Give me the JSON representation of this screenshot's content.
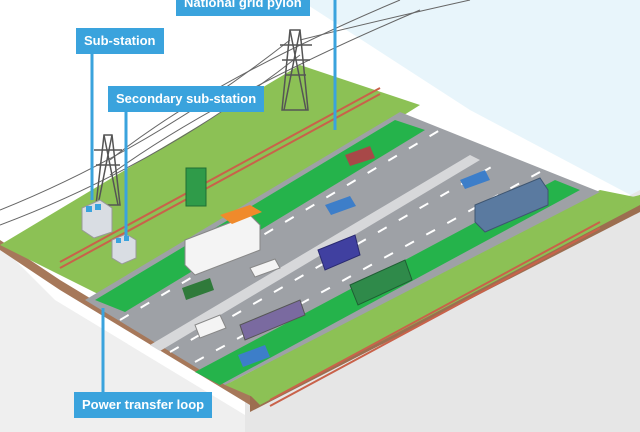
{
  "labels": {
    "national_grid_pylon": "National grid pylon",
    "sub_station": "Sub-station",
    "secondary_sub_station": "Secondary sub-station",
    "power_transfer_loop": "Power transfer loop"
  },
  "colors": {
    "accent": "#3aa3dd",
    "road": "#9ea1a6",
    "grass": "#8cc155",
    "charging_lane": "#25b34b",
    "soil": "#a6785a",
    "sky": "#e8f5fb"
  }
}
